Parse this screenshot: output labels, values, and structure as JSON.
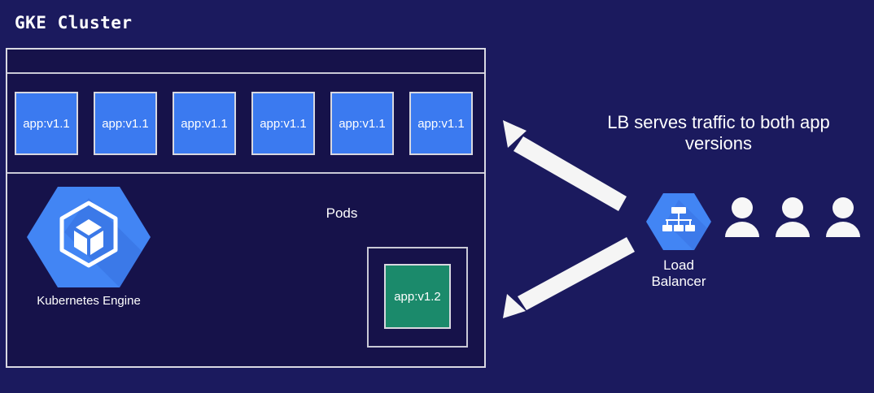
{
  "page": {
    "background_color": "#1b1a5e",
    "panel_color": "#16124a"
  },
  "cluster": {
    "title": "GKE Cluster",
    "pods_label": "Pods",
    "gke_logo": {
      "icon": "kubernetes-engine-hexagon-icon",
      "caption": "Kubernetes Engine",
      "color": "#4285f4"
    },
    "pods_v1_1": [
      {
        "label": "app:v1.1",
        "color": "#3b7af0"
      },
      {
        "label": "app:v1.1",
        "color": "#3b7af0"
      },
      {
        "label": "app:v1.1",
        "color": "#3b7af0"
      },
      {
        "label": "app:v1.1",
        "color": "#3b7af0"
      },
      {
        "label": "app:v1.1",
        "color": "#3b7af0"
      },
      {
        "label": "app:v1.1",
        "color": "#3b7af0"
      }
    ],
    "pod_v1_2": {
      "label": "app:v1.2",
      "color": "#1b8a6b"
    }
  },
  "right": {
    "annotation": "LB serves traffic to both app versions",
    "annotation_line1": "LB serves traffic to both app",
    "annotation_line2": "versions",
    "load_balancer": {
      "icon": "load-balancer-hexagon-icon",
      "caption_line1": "Load",
      "caption_line2": "Balancer",
      "color": "#4285f4"
    },
    "users": [
      {
        "label": "user-1"
      },
      {
        "label": "user-2"
      },
      {
        "label": "user-3"
      }
    ],
    "arrows": [
      {
        "name": "arrow-lb-to-v1-1",
        "direction": "up-left"
      },
      {
        "name": "arrow-lb-to-v1-2",
        "direction": "down-left"
      }
    ]
  }
}
